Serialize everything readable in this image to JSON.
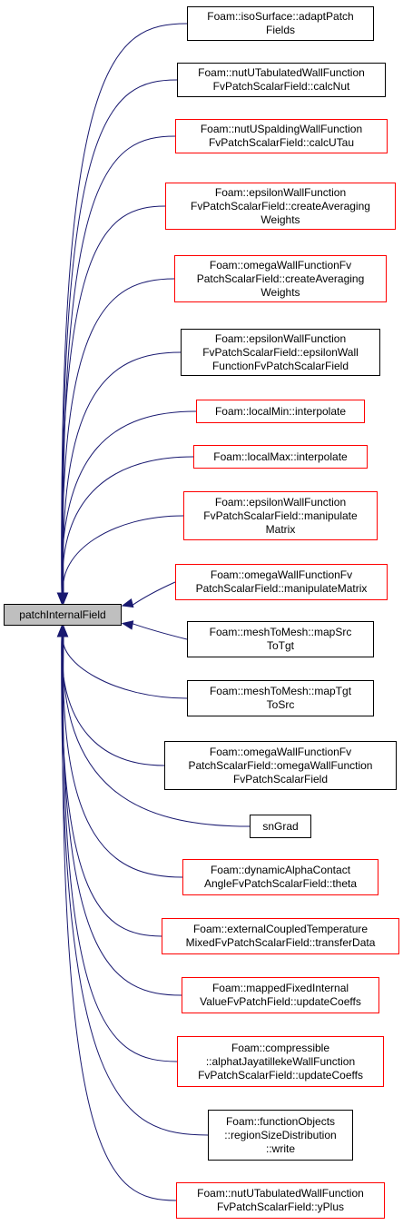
{
  "colors": {
    "edge": "#191970",
    "border_normal": "#000000",
    "border_red": "#ff0000",
    "root_fill": "#bfbfbf"
  },
  "root": {
    "id": "root",
    "lines": [
      "patchInternalField"
    ]
  },
  "nodes": [
    {
      "id": "n1",
      "border": "black",
      "lines": [
        "Foam::isoSurface::adaptPatch",
        "Fields"
      ]
    },
    {
      "id": "n2",
      "border": "black",
      "lines": [
        "Foam::nutUTabulatedWallFunction",
        "FvPatchScalarField::calcNut"
      ]
    },
    {
      "id": "n3",
      "border": "red",
      "lines": [
        "Foam::nutUSpaldingWallFunction",
        "FvPatchScalarField::calcUTau"
      ]
    },
    {
      "id": "n4",
      "border": "red",
      "lines": [
        "Foam::epsilonWallFunction",
        "FvPatchScalarField::createAveraging",
        "Weights"
      ]
    },
    {
      "id": "n5",
      "border": "red",
      "lines": [
        "Foam::omegaWallFunctionFv",
        "PatchScalarField::createAveraging",
        "Weights"
      ]
    },
    {
      "id": "n6",
      "border": "black",
      "lines": [
        "Foam::epsilonWallFunction",
        "FvPatchScalarField::epsilonWall",
        "FunctionFvPatchScalarField"
      ]
    },
    {
      "id": "n7",
      "border": "red",
      "lines": [
        "Foam::localMin::interpolate"
      ]
    },
    {
      "id": "n8",
      "border": "red",
      "lines": [
        "Foam::localMax::interpolate"
      ]
    },
    {
      "id": "n9",
      "border": "red",
      "lines": [
        "Foam::epsilonWallFunction",
        "FvPatchScalarField::manipulate",
        "Matrix"
      ]
    },
    {
      "id": "n10",
      "border": "red",
      "lines": [
        "Foam::omegaWallFunctionFv",
        "PatchScalarField::manipulateMatrix"
      ]
    },
    {
      "id": "n11",
      "border": "black",
      "lines": [
        "Foam::meshToMesh::mapSrc",
        "ToTgt"
      ]
    },
    {
      "id": "n12",
      "border": "black",
      "lines": [
        "Foam::meshToMesh::mapTgt",
        "ToSrc"
      ]
    },
    {
      "id": "n13",
      "border": "black",
      "lines": [
        "Foam::omegaWallFunctionFv",
        "PatchScalarField::omegaWallFunction",
        "FvPatchScalarField"
      ]
    },
    {
      "id": "n14",
      "border": "black",
      "lines": [
        "snGrad"
      ]
    },
    {
      "id": "n15",
      "border": "red",
      "lines": [
        "Foam::dynamicAlphaContact",
        "AngleFvPatchScalarField::theta"
      ]
    },
    {
      "id": "n16",
      "border": "red",
      "lines": [
        "Foam::externalCoupledTemperature",
        "MixedFvPatchScalarField::transferData"
      ]
    },
    {
      "id": "n17",
      "border": "red",
      "lines": [
        "Foam::mappedFixedInternal",
        "ValueFvPatchField::updateCoeffs"
      ]
    },
    {
      "id": "n18",
      "border": "red",
      "lines": [
        "Foam::compressible",
        "::alphatJayatillekeWallFunction",
        "FvPatchScalarField::updateCoeffs"
      ]
    },
    {
      "id": "n19",
      "border": "black",
      "lines": [
        "Foam::functionObjects",
        "::regionSizeDistribution",
        "::write"
      ]
    },
    {
      "id": "n20",
      "border": "red",
      "lines": [
        "Foam::nutUTabulatedWallFunction",
        "FvPatchScalarField::yPlus"
      ]
    }
  ]
}
